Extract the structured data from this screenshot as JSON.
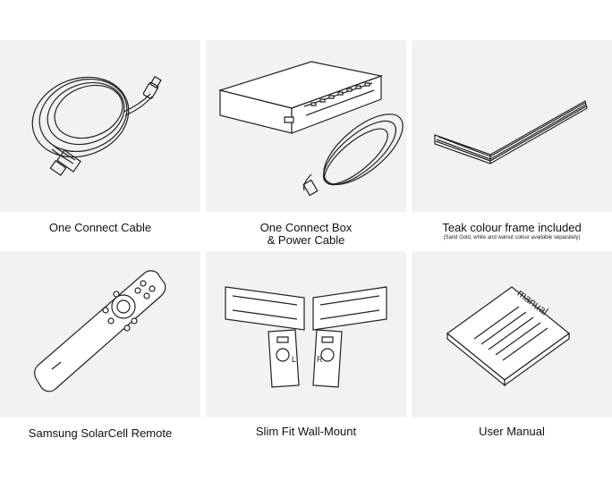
{
  "items": [
    {
      "label": "One Connect Cable",
      "icon": "one-connect-cable-icon"
    },
    {
      "label_line1": "One Connect Box",
      "label_line2": "& Power Cable",
      "icon": "one-connect-box-icon"
    },
    {
      "label": "Teak colour frame included",
      "note": "(Sand Gold, white and walnut colour available separately)",
      "icon": "teak-frame-icon"
    },
    {
      "label": "Samsung SolarCell Remote",
      "icon": "solarcell-remote-icon"
    },
    {
      "label": "Slim Fit Wall-Mount",
      "icon": "wall-mount-icon",
      "bracket_left": "L",
      "bracket_right": "R"
    },
    {
      "label": "User Manual",
      "icon": "user-manual-icon",
      "cover_text": "manual"
    }
  ],
  "colors": {
    "tile_background": "#f2f2f2",
    "page_background": "#ffffff",
    "line": "#222222"
  }
}
